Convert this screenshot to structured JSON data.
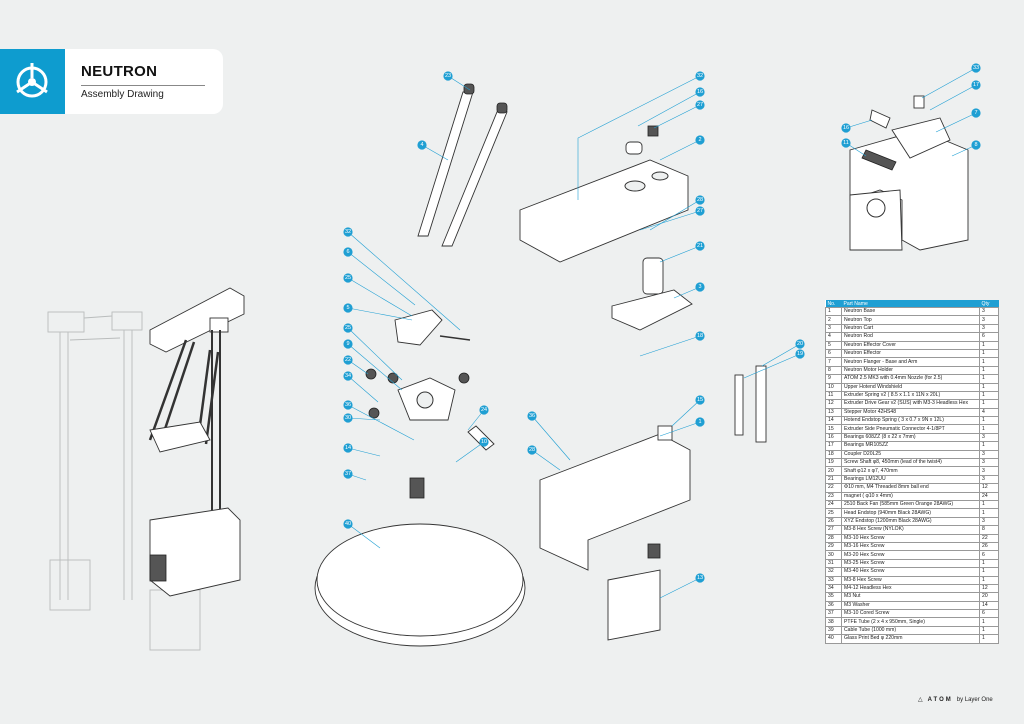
{
  "header": {
    "title": "NEUTRON",
    "subtitle": "Assembly Drawing"
  },
  "footer": {
    "brand": "ATOM",
    "by": "by Layer One"
  },
  "colors": {
    "accent": "#1f9fd3",
    "logo_bg": "#0e9ccf",
    "page_bg": "#eef0f0"
  },
  "bom": {
    "headers": [
      "No.",
      "Part Name",
      "Qty"
    ],
    "rows": [
      [
        "1",
        "Neutron Base",
        "3"
      ],
      [
        "2",
        "Neutron Top",
        "3"
      ],
      [
        "3",
        "Neutron Cart",
        "3"
      ],
      [
        "4",
        "Neutron Rod",
        "6"
      ],
      [
        "5",
        "Neutron Effector Cover",
        "1"
      ],
      [
        "6",
        "Neutron Effector",
        "1"
      ],
      [
        "7",
        "Neutron Flanger - Base and Arm",
        "1"
      ],
      [
        "8",
        "Neutron Motor Holder",
        "1"
      ],
      [
        "9",
        "ATOM 2.5 MK3 with 0.4mm Nozzle (for 2.5)",
        "1"
      ],
      [
        "10",
        "Upper Hotend Windshield",
        "1"
      ],
      [
        "11",
        "Extruder Spring v2 ( 8.5 x 1.1 x 11N x 20L)",
        "1"
      ],
      [
        "12",
        "Extruder Drive Gear v2 (SUS) with M3-3 Headless Hex",
        "1"
      ],
      [
        "13",
        "Stepper Motor 42HS48",
        "4"
      ],
      [
        "14",
        "Hotend Endstop Spring ( 3 x 0.7 x 9N x 12L)",
        "1"
      ],
      [
        "15",
        "Extruder Side Pneumatic Connector 4-1/8PT",
        "1"
      ],
      [
        "16",
        "Bearings 608ZZ (8 x 22 x 7mm)",
        "3"
      ],
      [
        "17",
        "Bearings MR105ZZ",
        "1"
      ],
      [
        "18",
        "Coupler D20L25",
        "3"
      ],
      [
        "19",
        "Screw Shaft φ8, 450mm (lead of the twist4)",
        "3"
      ],
      [
        "20",
        "Shaft φ12 x φ7, 470mm",
        "3"
      ],
      [
        "21",
        "Bearings LM12UU",
        "3"
      ],
      [
        "22",
        "Φ10 mm, M4 Threaded 8mm ball end",
        "12"
      ],
      [
        "23",
        "magnet ( φ10 x 4mm)",
        "24"
      ],
      [
        "24",
        "2510 Back Fan (585mm Green Orange 28AWG)",
        "1"
      ],
      [
        "25",
        "Head Endstop (940mm Black 28AWG)",
        "1"
      ],
      [
        "26",
        "XYZ Endstop (1200mm Black 28AWG)",
        "3"
      ],
      [
        "27",
        "M3-8 Hex Screw (NYLOK)",
        "8"
      ],
      [
        "28",
        "M3-10 Hex Screw",
        "22"
      ],
      [
        "29",
        "M3-16 Hex Screw",
        "26"
      ],
      [
        "30",
        "M3-20 Hex Screw",
        "6"
      ],
      [
        "31",
        "M3-25 Hex Screw",
        "1"
      ],
      [
        "32",
        "M3-40 Hex Screw",
        "1"
      ],
      [
        "33",
        "M3-8 Hex Screw",
        "1"
      ],
      [
        "34",
        "M4-12 Headless Hex",
        "12"
      ],
      [
        "35",
        "M3 Nut",
        "20"
      ],
      [
        "36",
        "M3 Washer",
        "14"
      ],
      [
        "37",
        "M3-10 Cored Screw",
        "6"
      ],
      [
        "38",
        "PTFE Tube (2 x 4 x 950mm, Single)",
        "1"
      ],
      [
        "39",
        "Cable Tube (1000 mm)",
        "1"
      ],
      [
        "40",
        "Glass Print Bed φ 220mm",
        "1"
      ]
    ]
  },
  "callouts": [
    {
      "label": "23"
    },
    {
      "label": "4"
    },
    {
      "label": "32"
    },
    {
      "label": "6"
    },
    {
      "label": "25"
    },
    {
      "label": "5"
    },
    {
      "label": "25"
    },
    {
      "label": "9"
    },
    {
      "label": "22"
    },
    {
      "label": "34"
    },
    {
      "label": "36"
    },
    {
      "label": "30"
    },
    {
      "label": "14"
    },
    {
      "label": "37"
    },
    {
      "label": "24"
    },
    {
      "label": "10"
    },
    {
      "label": "40"
    },
    {
      "label": "32"
    },
    {
      "label": "16"
    },
    {
      "label": "27"
    },
    {
      "label": "2"
    },
    {
      "label": "28"
    },
    {
      "label": "27"
    },
    {
      "label": "21"
    },
    {
      "label": "3"
    },
    {
      "label": "18"
    },
    {
      "label": "20"
    },
    {
      "label": "19"
    },
    {
      "label": "15"
    },
    {
      "label": "1"
    },
    {
      "label": "36"
    },
    {
      "label": "28"
    },
    {
      "label": "13"
    },
    {
      "label": "33"
    },
    {
      "label": "17"
    },
    {
      "label": "16"
    },
    {
      "label": "11"
    },
    {
      "label": "7"
    },
    {
      "label": "8"
    }
  ]
}
